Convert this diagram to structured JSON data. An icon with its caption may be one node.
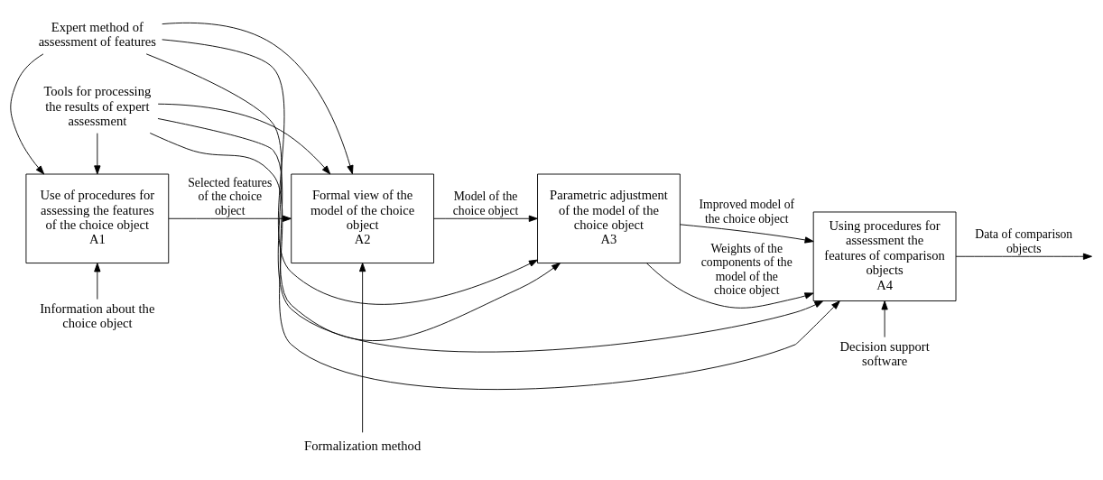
{
  "diagram": {
    "nodes": [
      {
        "text": [
          "Expert method of assessment of features"
        ]
      },
      {
        "text": [
          "Information about the choice object"
        ]
      },
      {
        "text": [
          "Formalization method"
        ]
      },
      {
        "text": [
          "Use of procedures for assessing the features of the choice object",
          "A1"
        ]
      },
      {
        "text": [
          "Formal view of the model of the choice object",
          "A2"
        ]
      },
      {
        "text": [
          "Parametric adjustment of the model of the choice object",
          "A3"
        ]
      },
      {
        "text": [
          "Using procedures for assessment the features of comparison objects",
          "A4"
        ]
      },
      {
        "text": [
          "Tools for processing the results of expert assessment"
        ]
      },
      {
        "text": [
          "Decision support software"
        ]
      }
    ],
    "edges": [
      {
        "from": 0,
        "to": 3,
        "arrow": "to"
      },
      {
        "from": 0,
        "to": 4,
        "arrow": "to"
      },
      {
        "from": 0,
        "to": 5,
        "arrow": "to"
      },
      {
        "from": 0,
        "to": 6,
        "arrow": "to"
      },
      {
        "from": 1,
        "to": 3,
        "arrow": "to"
      },
      {
        "from": 2,
        "to": 4,
        "arrow": "to"
      },
      {
        "from": 3,
        "to": 4,
        "arrow": "to",
        "label": "Selected features of the choice object"
      },
      {
        "from": 4,
        "to": 5,
        "arrow": "to",
        "label": "Model of the choice object"
      },
      {
        "from": 5,
        "to": 6,
        "arrow": "to",
        "label": "Improved model of the choice object"
      },
      {
        "from": 5,
        "to": 6,
        "arrow": "to",
        "label": "Weights of the components of the model of the choice object"
      },
      {
        "from": 6,
        "to": null,
        "arrow": "to",
        "label": "Data of comparison objects"
      },
      {
        "from": 7,
        "to": 3,
        "arrow": "to"
      },
      {
        "from": 7,
        "to": 4,
        "arrow": "to"
      },
      {
        "from": 7,
        "to": 5,
        "arrow": "to"
      },
      {
        "from": 7,
        "to": 6,
        "arrow": "to"
      },
      {
        "from": 8,
        "to": 6,
        "arrow": "to"
      }
    ]
  }
}
